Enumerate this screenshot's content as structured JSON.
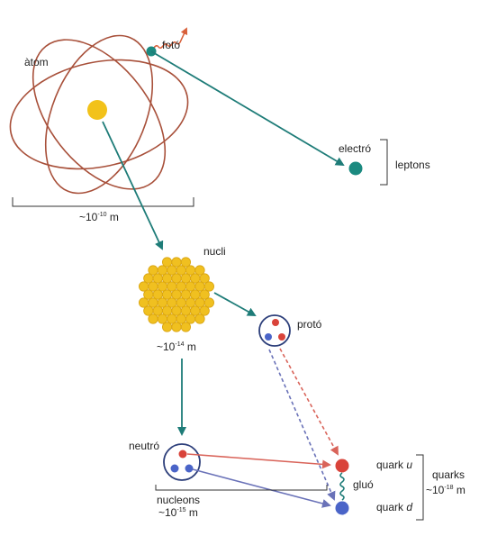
{
  "labels": {
    "atom": "àtom",
    "photon": "fotó",
    "electron": "electró",
    "leptons": "leptons",
    "atom_scale_prefix": "~10",
    "atom_scale_exp": "-10",
    "atom_scale_unit": " m",
    "nucleus": "nucli",
    "nucleus_scale_prefix": "~10",
    "nucleus_scale_exp": "-14",
    "nucleus_scale_unit": " m",
    "proton": "protó",
    "neutron": "neutró",
    "nucleons": "nucleons",
    "nucleon_scale_prefix": "~10",
    "nucleon_scale_exp": "-15",
    "nucleon_scale_unit": " m",
    "quark_u_prefix": "quark ",
    "quark_u_letter": "u",
    "quark_d_prefix": "quark ",
    "quark_d_letter": "d",
    "gluon": "gluó",
    "quarks": "quarks",
    "quark_scale_prefix": "~10",
    "quark_scale_exp": "-18",
    "quark_scale_unit": " m"
  },
  "colors": {
    "orbit": "#a8503a",
    "nucleus_core": "#f2c21a",
    "nucleon_ball": "#f0c020",
    "electron": "#1b8a80",
    "arrow_teal": "#1e7c78",
    "up_quark": "#d9433a",
    "down_quark": "#4a64c8",
    "ring": "#2c3e7a",
    "photon_wave": "#d8603a",
    "gluon_wave": "#1e7c78",
    "bracket": "#333333"
  }
}
